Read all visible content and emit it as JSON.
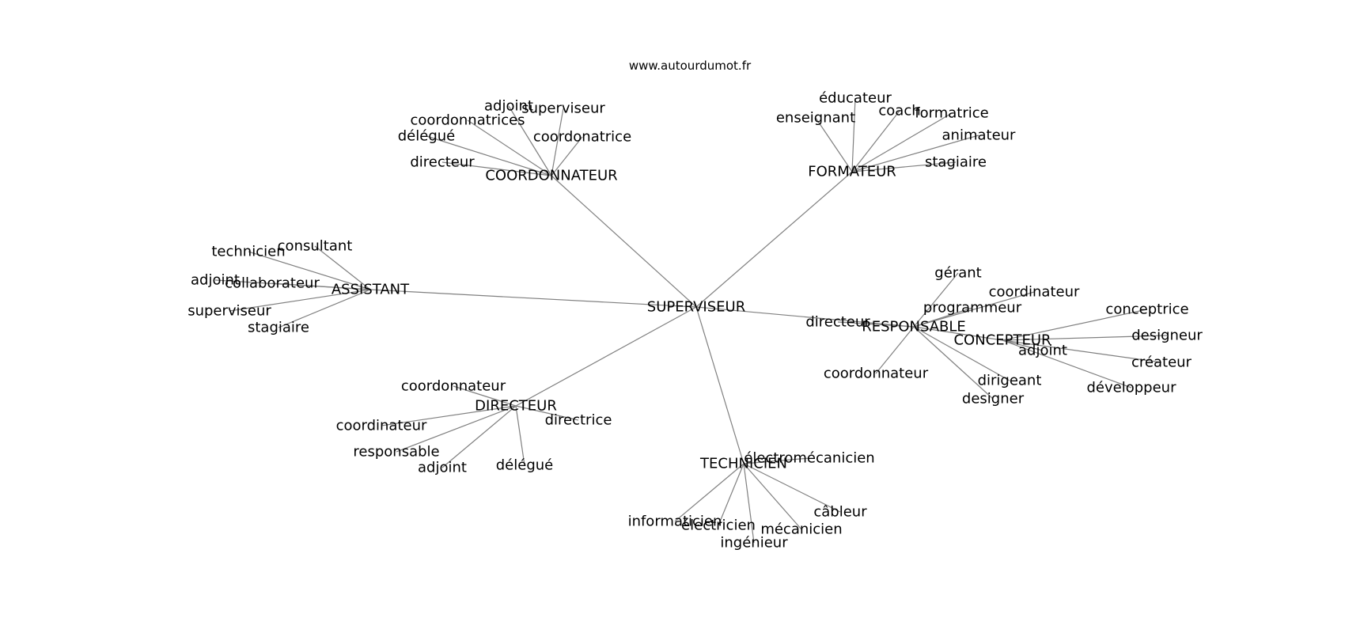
{
  "watermark": "www.autourdumot.fr",
  "root": "SUPERVISEUR",
  "hubs": [
    {
      "id": "coordonnateur",
      "label": "COORDONNATEUR"
    },
    {
      "id": "formateur",
      "label": "FORMATEUR"
    },
    {
      "id": "assistant",
      "label": "ASSISTANT"
    },
    {
      "id": "responsable",
      "label": "RESPONSABLE"
    },
    {
      "id": "concepteur",
      "label": "CONCEPTEUR"
    },
    {
      "id": "directeur",
      "label": "DIRECTEUR"
    },
    {
      "id": "technicien",
      "label": "TECHNICIEN"
    }
  ],
  "hub_links": [
    [
      "root",
      "coordonnateur"
    ],
    [
      "root",
      "formateur"
    ],
    [
      "root",
      "assistant"
    ],
    [
      "root",
      "responsable"
    ],
    [
      "root",
      "directeur"
    ],
    [
      "root",
      "technicien"
    ],
    [
      "responsable",
      "concepteur"
    ]
  ],
  "leaves": {
    "coordonnateur": [
      "adjoint",
      "superviseur",
      "coordonnatrices",
      "délégué",
      "coordonatrice",
      "directeur"
    ],
    "formateur": [
      "éducateur",
      "coach",
      "enseignant",
      "formatrice",
      "animateur",
      "stagiaire"
    ],
    "assistant": [
      "consultant",
      "technicien",
      "adjoint",
      "collaborateur",
      "superviseur",
      "stagiaire"
    ],
    "responsable": [
      "gérant",
      "coordinateur",
      "programmeur",
      "directeur",
      "coordonnateur",
      "dirigeant",
      "designer"
    ],
    "concepteur": [
      "conceptrice",
      "designeur",
      "adjoint",
      "créateur",
      "développeur"
    ],
    "directeur": [
      "coordonnateur",
      "coordinateur",
      "directrice",
      "responsable",
      "adjoint",
      "délégué"
    ],
    "technicien": [
      "électromécanicien",
      "câbleur",
      "informaticien",
      "électricien",
      "mécanicien",
      "ingénieur"
    ]
  }
}
